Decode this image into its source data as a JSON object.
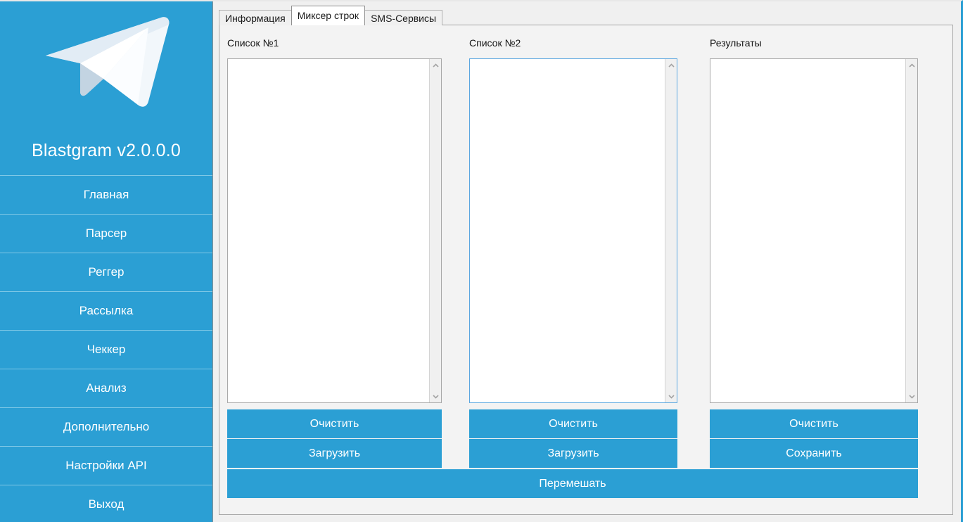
{
  "app": {
    "title": "Blastgram v2.0.0.0",
    "accent_color": "#2b9fd4",
    "logo_icon": "telegram-paper-plane-icon"
  },
  "sidebar": {
    "items": [
      {
        "label": "Главная"
      },
      {
        "label": "Парсер"
      },
      {
        "label": "Реггер"
      },
      {
        "label": "Рассылка"
      },
      {
        "label": "Чеккер"
      },
      {
        "label": "Анализ"
      },
      {
        "label": "Дополнительно"
      },
      {
        "label": "Настройки API"
      },
      {
        "label": "Выход"
      }
    ]
  },
  "tabs": [
    {
      "label": "Информация",
      "selected": false
    },
    {
      "label": "Миксер строк",
      "selected": true
    },
    {
      "label": "SMS-Сервисы",
      "selected": false
    }
  ],
  "main": {
    "columns": [
      {
        "label": "Список №1",
        "value": "",
        "focused": false,
        "buttons": [
          {
            "label": "Очистить",
            "name": "clear-list1-button"
          },
          {
            "label": "Загрузить",
            "name": "load-list1-button"
          }
        ]
      },
      {
        "label": "Список №2",
        "value": "",
        "focused": true,
        "buttons": [
          {
            "label": "Очистить",
            "name": "clear-list2-button"
          },
          {
            "label": "Загрузить",
            "name": "load-list2-button"
          }
        ]
      },
      {
        "label": "Результаты",
        "value": "",
        "focused": false,
        "buttons": [
          {
            "label": "Очистить",
            "name": "clear-results-button"
          },
          {
            "label": "Сохранить",
            "name": "save-results-button"
          }
        ]
      }
    ],
    "mix_button_label": "Перемешать"
  }
}
